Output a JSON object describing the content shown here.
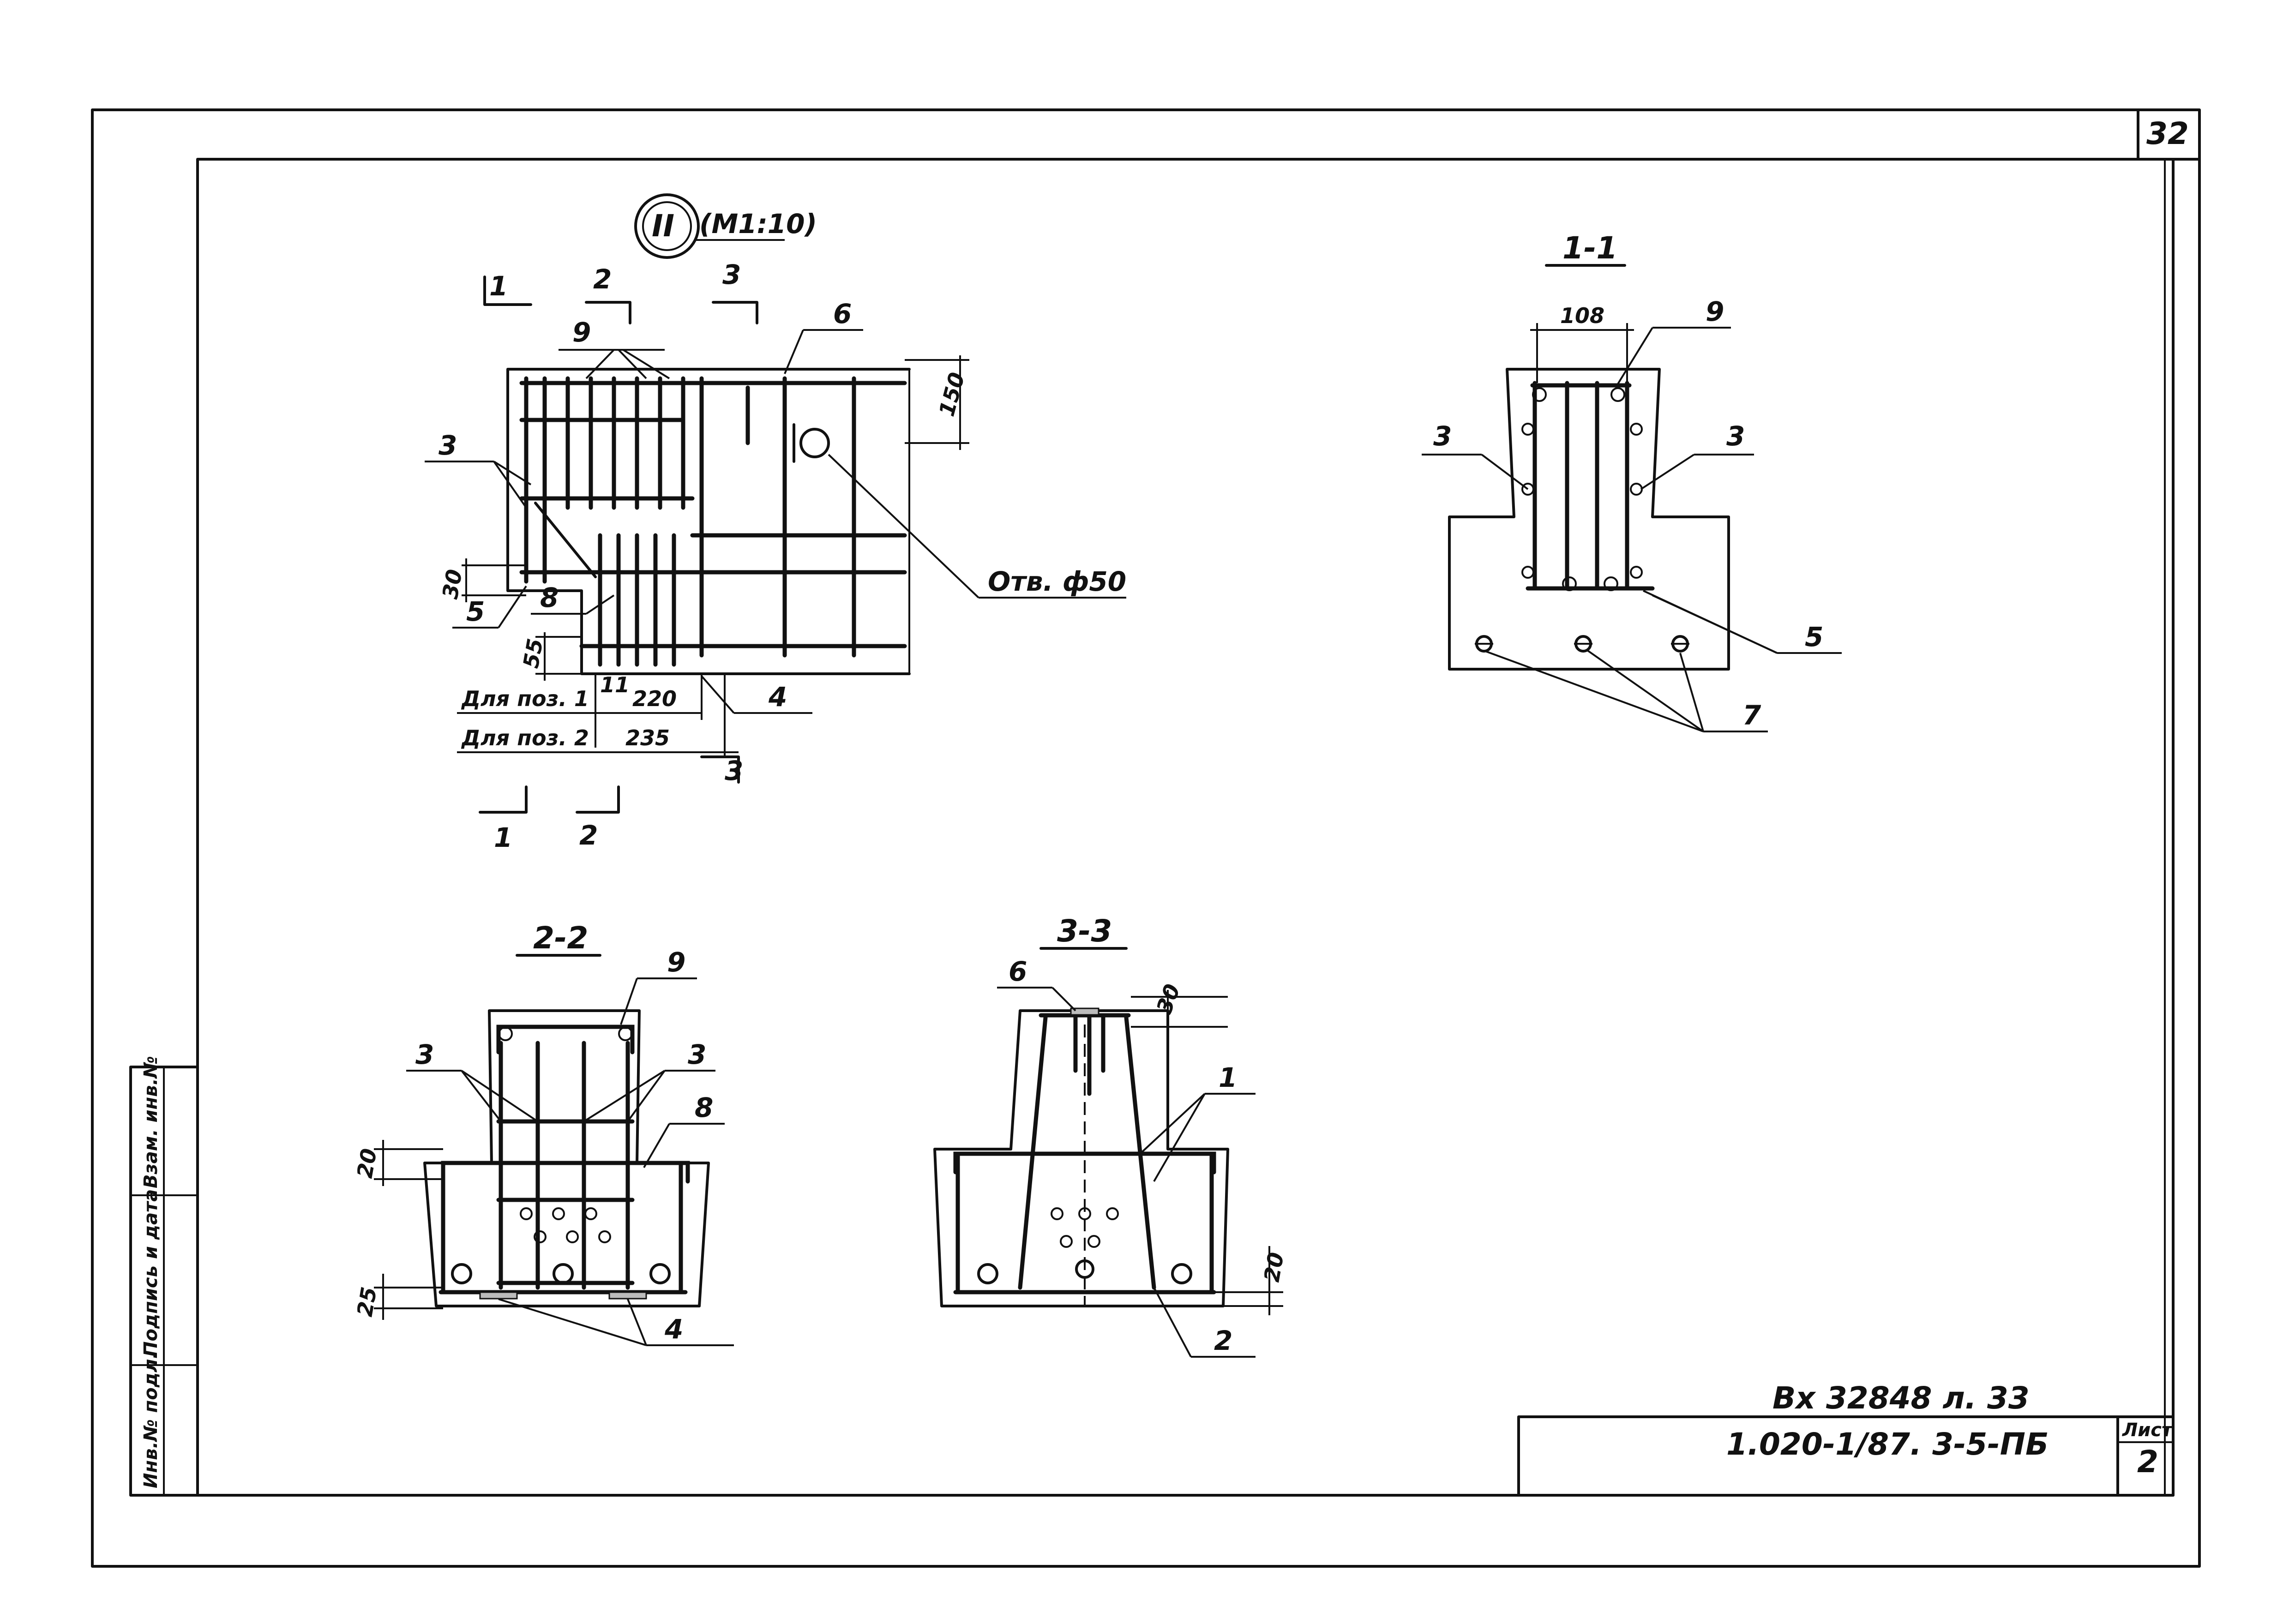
{
  "sheet_corner_number": "32",
  "detail": {
    "mark": "II",
    "scale": "(М1:10)"
  },
  "sections": {
    "s11": "1-1",
    "s22": "2-2",
    "s33": "3-3"
  },
  "cut_marks": {
    "c1": "1",
    "c2": "2",
    "c3": "3"
  },
  "positions": {
    "p1": "1",
    "p2": "2",
    "p3": "3",
    "p4": "4",
    "p5": "5",
    "p6": "6",
    "p7": "7",
    "p8": "8",
    "p9": "9"
  },
  "dimensions": {
    "d150": "150",
    "d30": "30",
    "d55": "55",
    "d11": "11",
    "d220": "220",
    "d235": "235",
    "d108": "108",
    "d20a": "20",
    "d25": "25",
    "d20b": "20",
    "d30b": "30"
  },
  "notes": {
    "hole": "Отв. ф50",
    "for_pos1": "Для поз. 1",
    "for_pos2": "Для поз. 2"
  },
  "side_stamp": {
    "inv_podl": "Инв.№ подл.",
    "sign_date": "Подпись и дата",
    "vzam_inv": "Взам. инв.№"
  },
  "title_block": {
    "archive": "Вх 32848 л. 33",
    "code": "1.020-1/87. 3-5-ПБ",
    "sheet_label": "Лист",
    "sheet_no": "2"
  }
}
